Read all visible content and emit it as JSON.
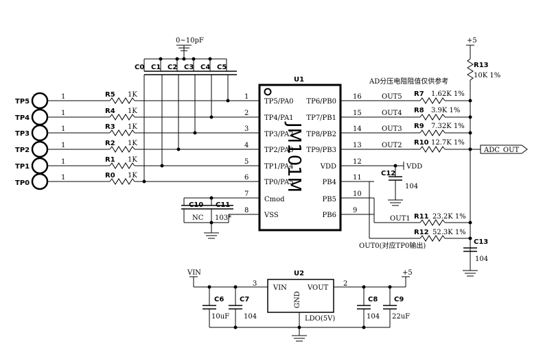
{
  "u1": {
    "designator": "U1",
    "part": "JM101M",
    "left_pins": [
      {
        "num": "1",
        "name": "TP5/PA0"
      },
      {
        "num": "2",
        "name": "TP4/PA1"
      },
      {
        "num": "3",
        "name": "TP3/PA2"
      },
      {
        "num": "4",
        "name": "TP2/PA3"
      },
      {
        "num": "5",
        "name": "TP1/PA4"
      },
      {
        "num": "6",
        "name": "TP0/PA5"
      },
      {
        "num": "7",
        "name": "Cmod"
      },
      {
        "num": "8",
        "name": "VSS"
      }
    ],
    "right_pins": [
      {
        "num": "16",
        "name": "TP6/PB0"
      },
      {
        "num": "15",
        "name": "TP7/PB1"
      },
      {
        "num": "14",
        "name": "TP8/PB2"
      },
      {
        "num": "13",
        "name": "TP9/PB3"
      },
      {
        "num": "12",
        "name": "VDD"
      },
      {
        "num": "11",
        "name": "PB4"
      },
      {
        "num": "10",
        "name": "PB5"
      },
      {
        "num": "9",
        "name": "PB6"
      }
    ]
  },
  "touch_pads": [
    {
      "label": "TP5",
      "pin": "1",
      "res": "R5",
      "val": "1K"
    },
    {
      "label": "TP4",
      "pin": "1",
      "res": "R4",
      "val": "1K"
    },
    {
      "label": "TP3",
      "pin": "1",
      "res": "R3",
      "val": "1K"
    },
    {
      "label": "TP2",
      "pin": "1",
      "res": "R2",
      "val": "1K"
    },
    {
      "label": "TP1",
      "pin": "1",
      "res": "R1",
      "val": "1K"
    },
    {
      "label": "TP0",
      "pin": "1",
      "res": "R0",
      "val": "1K"
    }
  ],
  "caps_top": {
    "labels": [
      "C0",
      "C1",
      "C2",
      "C3",
      "C4",
      "C5"
    ],
    "value": "0~10pF"
  },
  "outputs": [
    {
      "net": "OUT5",
      "res": "R7",
      "val": "1.62K 1%"
    },
    {
      "net": "OUT4",
      "res": "R8",
      "val": "3.9K 1%"
    },
    {
      "net": "OUT3",
      "res": "R9",
      "val": "7.32K 1%"
    },
    {
      "net": "OUT2",
      "res": "R10",
      "val": "12.7K 1%"
    },
    {
      "net": "OUT1",
      "res": "R11",
      "val": "23.2K 1%"
    },
    {
      "net": "",
      "res": "R12",
      "val": "52.3K 1%"
    }
  ],
  "out0_note": "OUT0(对应TP0输出)",
  "r13": {
    "name": "R13",
    "val": "10K 1%"
  },
  "plus5": "+5",
  "ad_note": "AD分压电阻阻值仅供参考",
  "adc_out": "ADC_OUT",
  "c13": {
    "name": "C13",
    "val": "104"
  },
  "c12": {
    "name": "C12",
    "val": "104",
    "net": "VDD"
  },
  "c10": {
    "name": "C10",
    "val": "NC"
  },
  "c11": {
    "name": "C11",
    "val": "103*"
  },
  "u2": {
    "designator": "U2",
    "vin_pin": "VIN",
    "vout_pin": "VOUT",
    "gnd_pin": "GND",
    "part": "LDO(5V)",
    "pin_in": "3",
    "pin_out": "2"
  },
  "vin_net": "VIN",
  "plus5_b": "+5",
  "c6": {
    "name": "C6",
    "val": "10uF"
  },
  "c7": {
    "name": "C7",
    "val": "104"
  },
  "c8": {
    "name": "C8",
    "val": "104"
  },
  "c9": {
    "name": "C9",
    "val": "22uF"
  }
}
